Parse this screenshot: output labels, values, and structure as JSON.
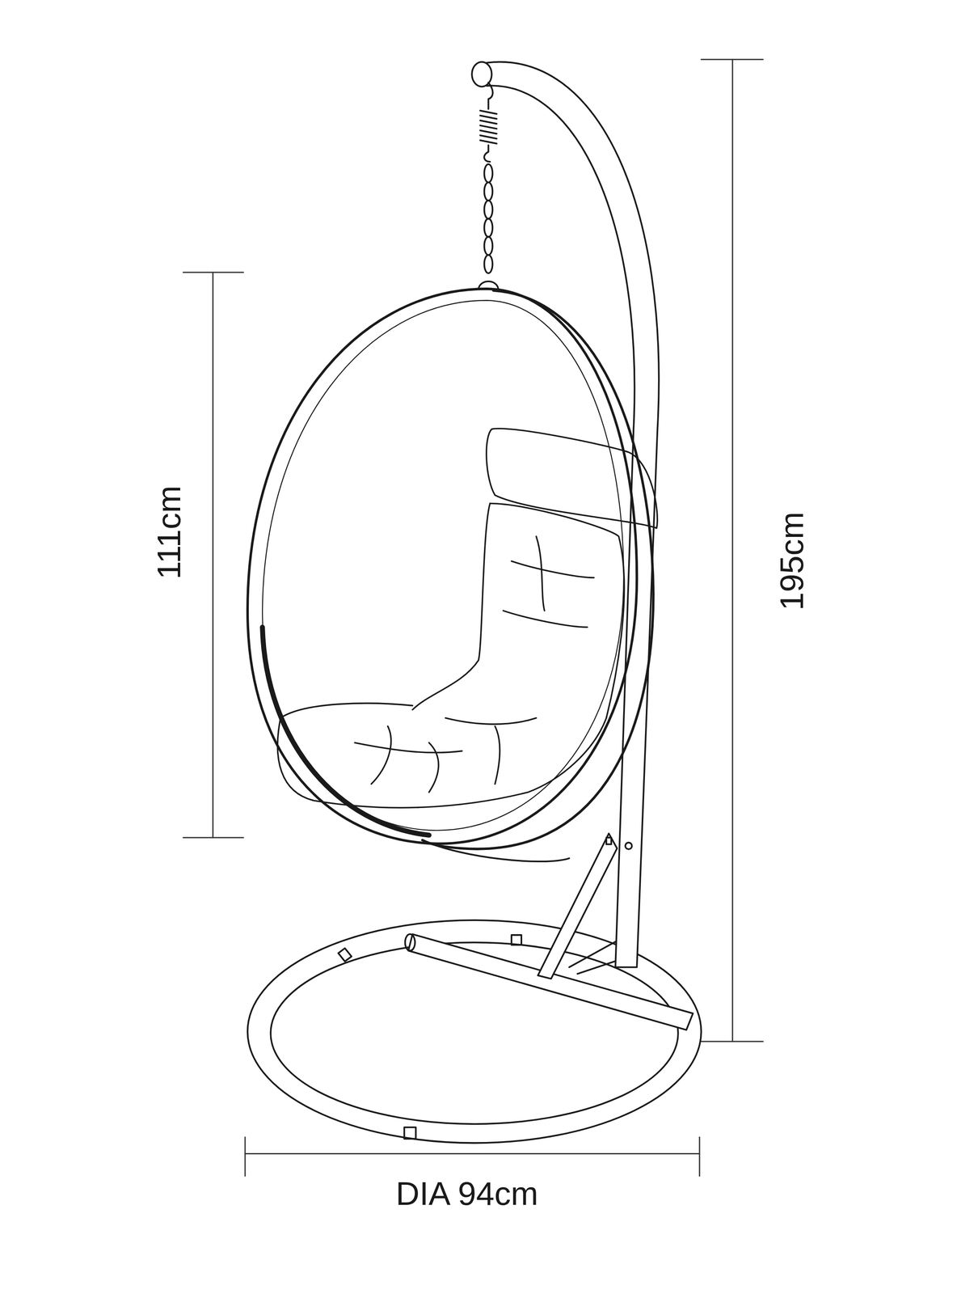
{
  "diagram": {
    "labels": [
      "111cm",
      "195cm",
      "DIA 94cm"
    ]
  }
}
